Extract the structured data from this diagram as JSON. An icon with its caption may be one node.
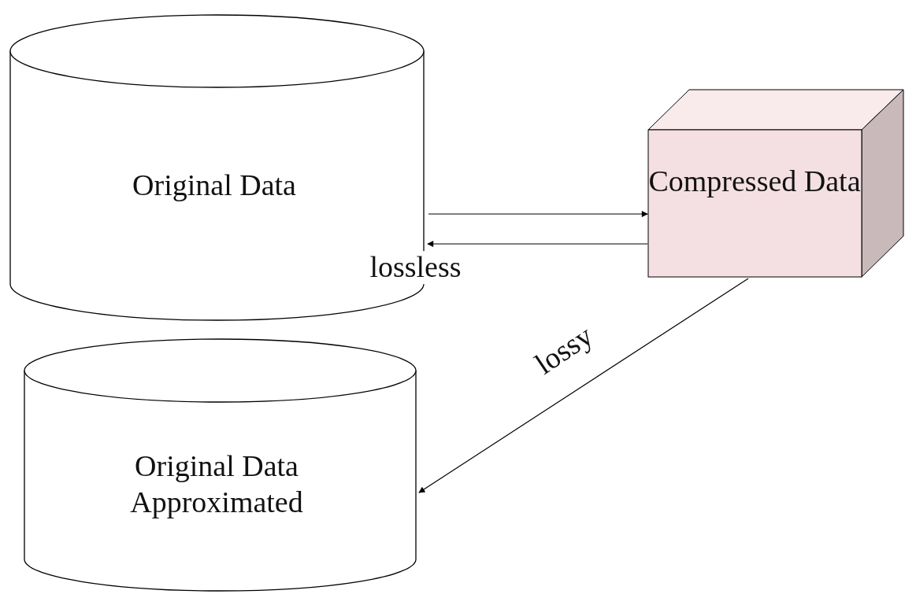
{
  "diagram": {
    "nodes": [
      {
        "text": [
          "Original Data"
        ]
      },
      {
        "text": [
          "Compressed Data"
        ]
      },
      {
        "text": [
          "Original Data Approximated"
        ]
      }
    ],
    "edges": [
      {
        "from": 0,
        "to": 1,
        "arrow": "to"
      },
      {
        "from": 1,
        "to": 0,
        "arrow": "to",
        "label": "lossless"
      },
      {
        "from": 1,
        "to": 2,
        "arrow": "to",
        "label": "lossy"
      }
    ]
  }
}
